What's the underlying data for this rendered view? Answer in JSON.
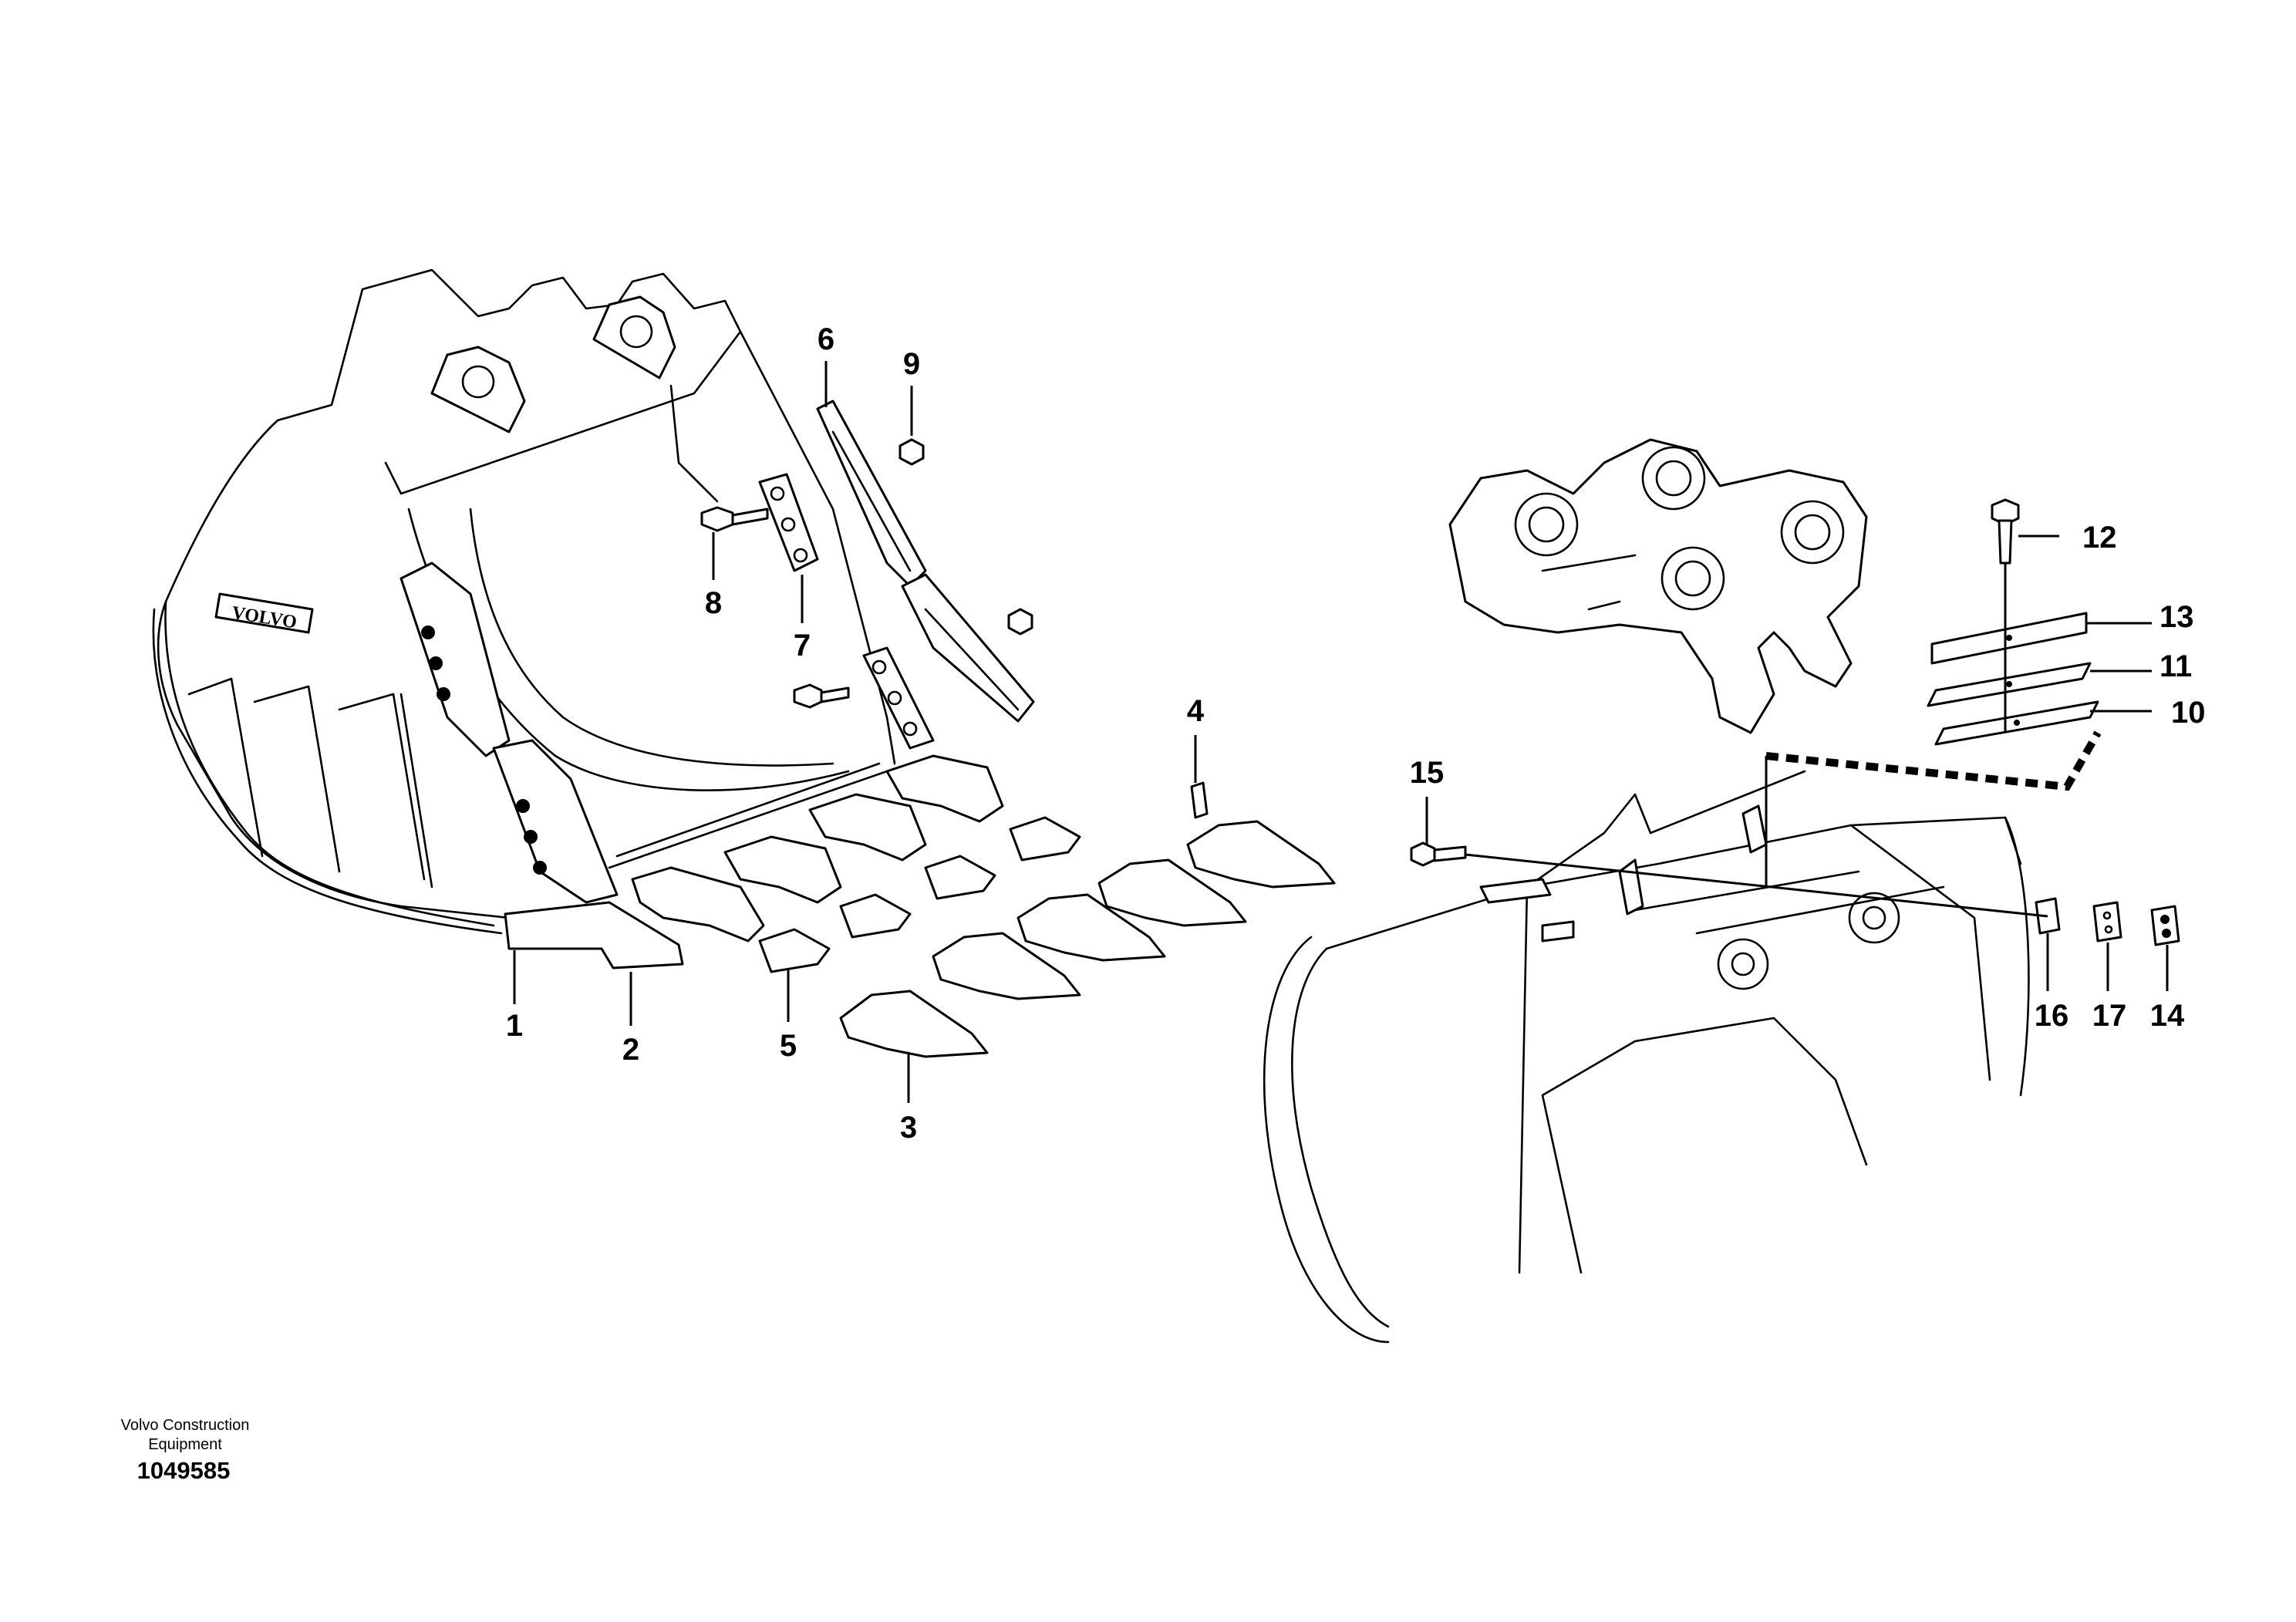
{
  "footer": {
    "company": "Volvo Construction Equipment",
    "drawing_number": "1049585"
  },
  "bucket": {
    "brand_plate": "VOLVO"
  },
  "callouts": [
    "1",
    "2",
    "3",
    "4",
    "5",
    "6",
    "7",
    "8",
    "9",
    "10",
    "11",
    "12",
    "13",
    "14",
    "15",
    "16",
    "17"
  ]
}
